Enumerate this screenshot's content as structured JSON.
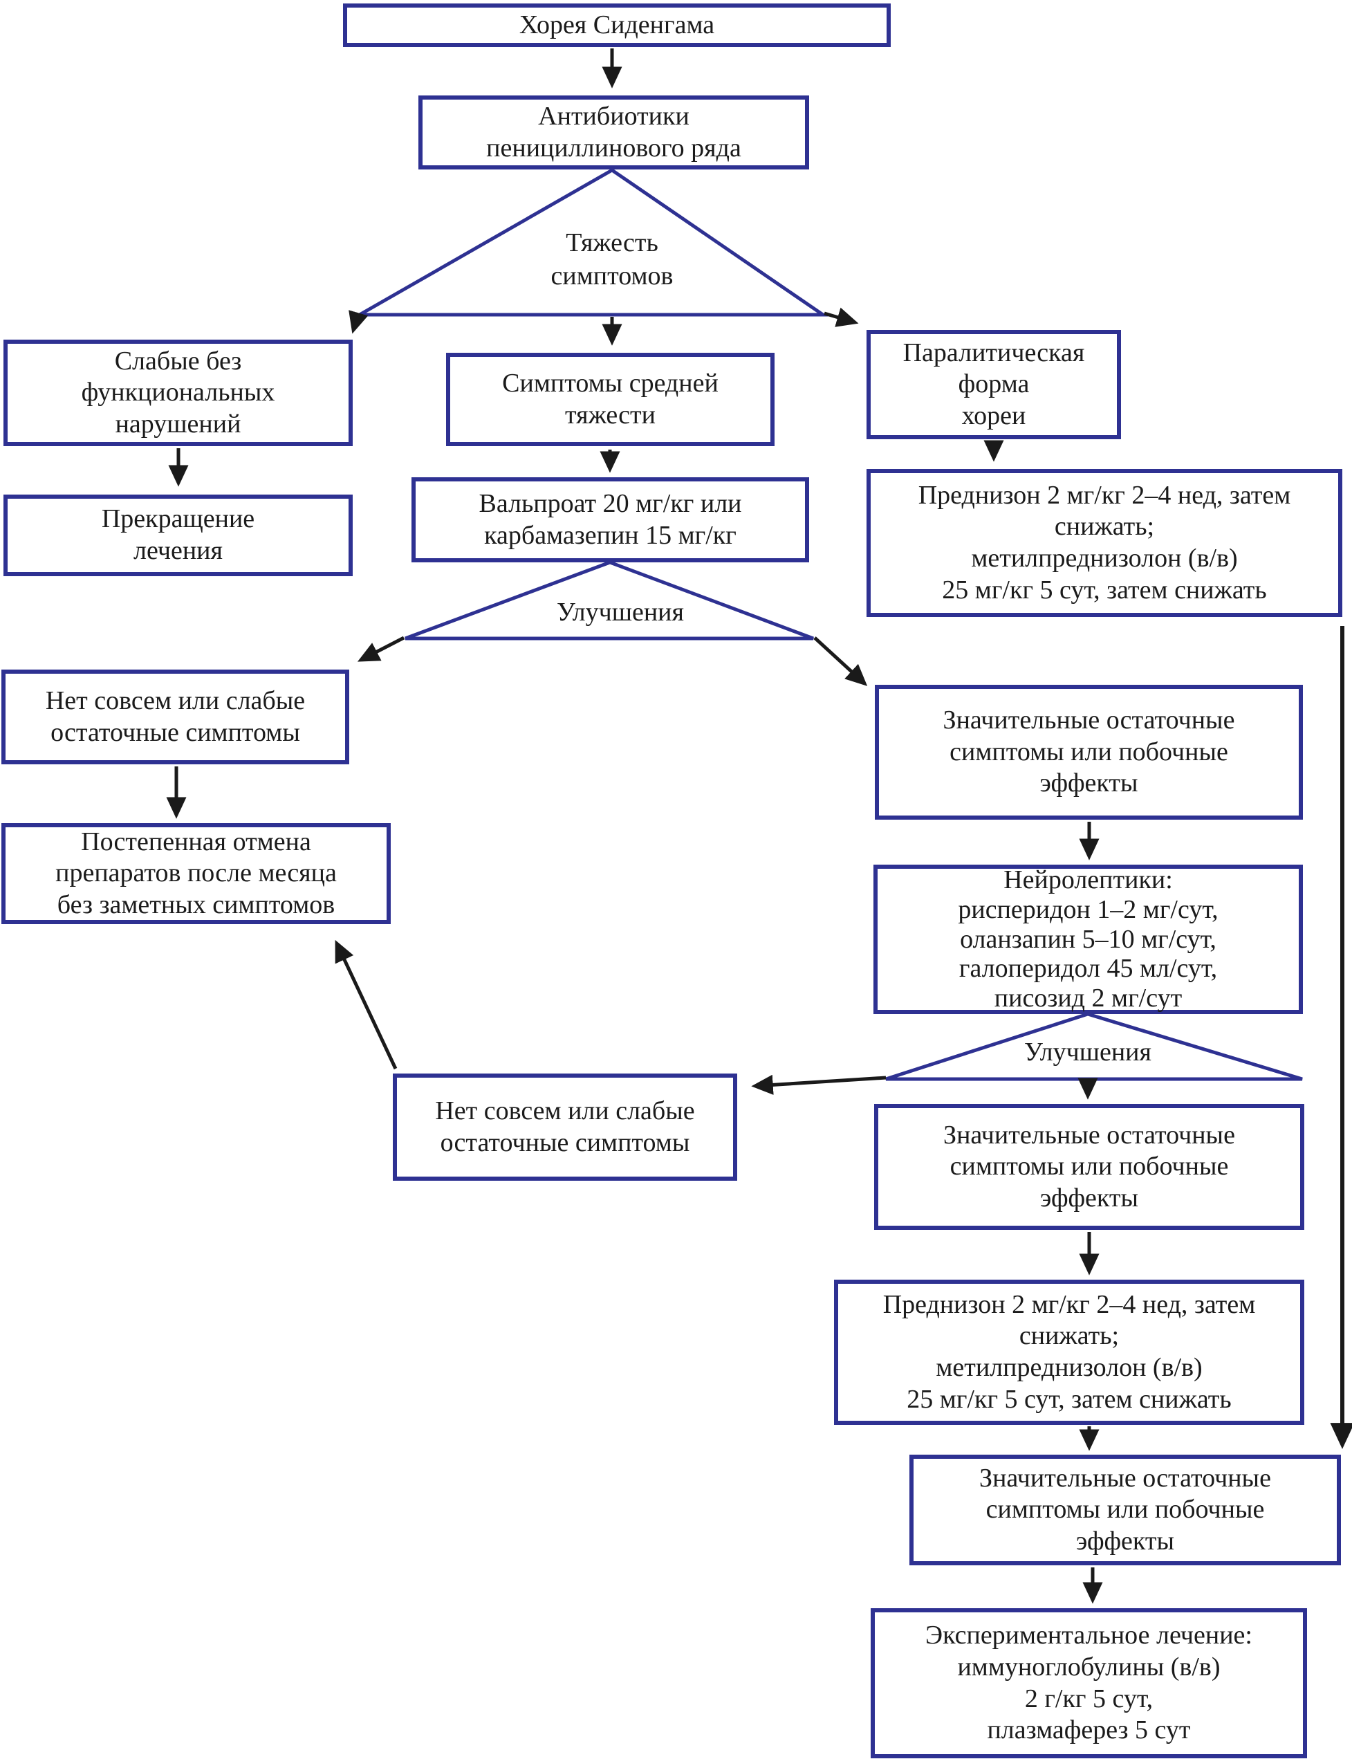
{
  "diagram": {
    "colors": {
      "box_border": "#2e3192",
      "triangle_stroke": "#2e3192",
      "arrow": "#1a1a1a",
      "text": "#1b1b1b",
      "background": "#ffffff"
    },
    "nodes": {
      "chorea": "Хорея Сиденгама",
      "antibiotics": "Антибиотики\nпенициллинового ряда",
      "severity": "Тяжесть\nсимптомов",
      "mild": "Слабые без\nфункциональных\nнарушений",
      "stop_treatment": "Прекращение\nлечения",
      "moderate": "Симптомы средней\nтяжести",
      "paralytic": "Паралитическая форма\nхореи",
      "valproate": "Вальпроат 20 мг/кг или\nкарбамазепин 15 мг/кг",
      "prednisone_1": "Преднизон 2 мг/кг 2–4 нед, затем\nснижать;\nметилпреднизолон (в/в)\n25 мг/кг 5 сут, затем снижать",
      "improvement_1": "Улучшения",
      "no_residual_1": "Нет совсем или слабые\nостаточные симптомы",
      "significant_residual_1": "Значительные остаточные\nсимптомы или побочные\nэффекты",
      "gradual_withdrawal": "Постепенная отмена\nпрепаратов после месяца\nбез заметных симптомов",
      "neuroleptics": "Нейролептики:\nрисперидон 1–2 мг/сут,\nоланзапин 5–10 мг/сут,\nгалоперидол 45 мл/сут,\nписозид 2 мг/сут",
      "improvement_2": "Улучшения",
      "no_residual_2": "Нет совсем или слабые\nостаточные симптомы",
      "significant_residual_2": "Значительные остаточные\nсимптомы или побочные\nэффекты",
      "prednisone_2": "Преднизон 2 мг/кг 2–4 нед, затем\nснижать;\nметилпреднизолон (в/в)\n25 мг/кг 5 сут, затем снижать",
      "significant_residual_3": "Значительные остаточные\nсимптомы или побочные\nэффекты",
      "experimental": "Экспериментальное лечение:\nиммуноглобулины (в/в)\n2 г/кг 5 сут,\nплазмаферез 5 сут"
    }
  }
}
